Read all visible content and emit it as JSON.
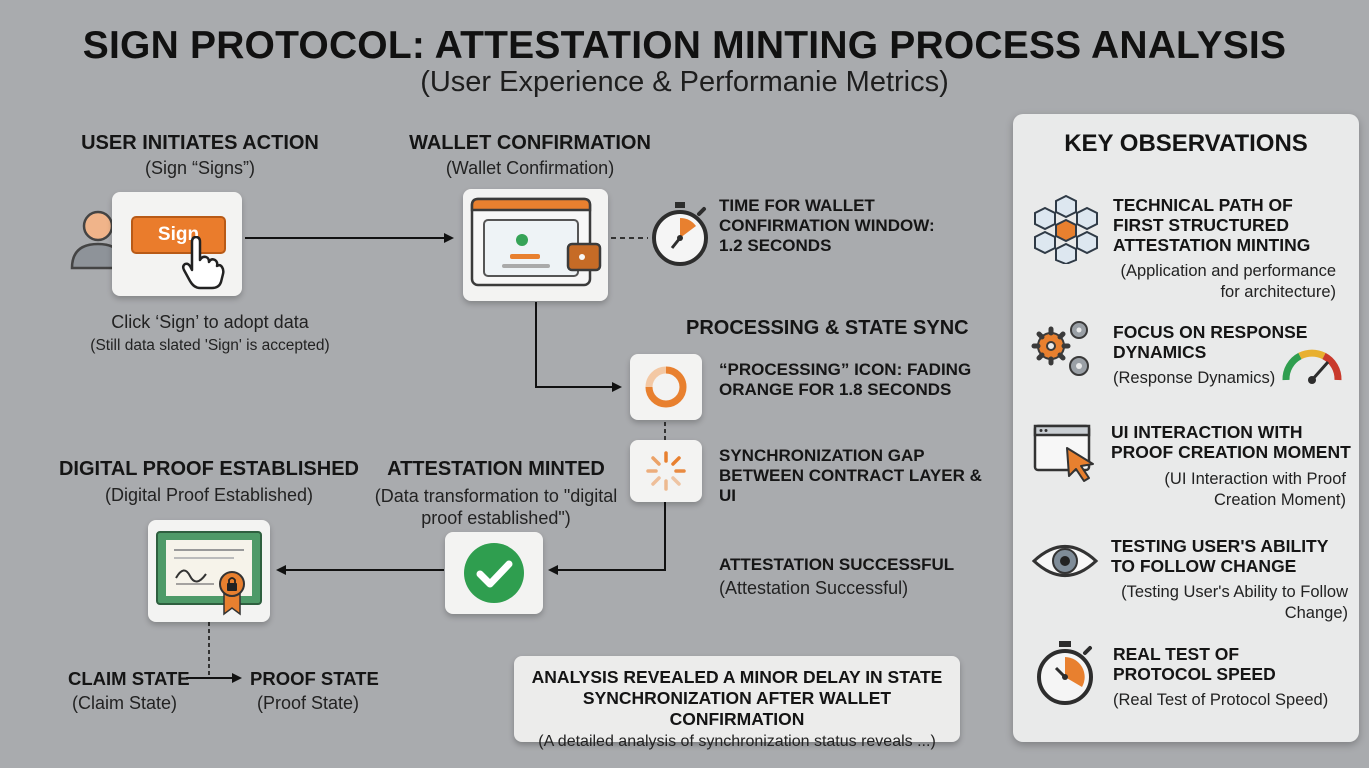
{
  "title": "SIGN PROTOCOL: ATTESTATION MINTING PROCESS ANALYSIS",
  "subtitle": "(User Experience & Performanie Metrics)",
  "steps": {
    "user_initiates": {
      "heading": "USER INITIATES ACTION",
      "sub": "(Sign “Signs”)",
      "button_label": "Sign",
      "caption1": "Click ‘Sign’ to adopt data",
      "caption2": "(Still data slated 'Sign' is accepted)"
    },
    "wallet_confirmation": {
      "heading": "WALLET CONFIRMATION",
      "sub": "(Wallet Confirmation)",
      "timing_line1": "TIME FOR WALLET",
      "timing_line2": "CONFIRMATION WINDOW:",
      "timing_line3": "1.2 SECONDS"
    },
    "processing": {
      "heading": "PROCESSING & STATE SYNC",
      "icon_line1": "“PROCESSING” ICON: FADING",
      "icon_line2": "ORANGE FOR 1.8 SECONDS",
      "gap_line1": "SYNCHRONIZATION GAP",
      "gap_line2": "BETWEEN CONTRACT LAYER & UI"
    },
    "attestation_minted": {
      "heading": "ATTESTATION MINTED",
      "sub1": "(Data transformation to \"digital",
      "sub2": "proof established\")",
      "success_heading": "ATTESTATION SUCCESSFUL",
      "success_sub": "(Attestation Successful)"
    },
    "digital_proof": {
      "heading": "DIGITAL PROOF ESTABLISHED",
      "sub": "(Digital Proof Established)"
    },
    "claim_state": {
      "heading": "CLAIM STATE",
      "sub": "(Claim State)"
    },
    "proof_state": {
      "heading": "PROOF STATE",
      "sub": "(Proof State)"
    }
  },
  "analysis_note": {
    "line1": "ANALYSIS REVEALED A MINOR DELAY IN STATE",
    "line2": "SYNCHRONIZATION AFTER WALLET CONFIRMATION",
    "line3": "(A detailed analysis of synchronization status reveals ...)"
  },
  "key_observations": {
    "title": "KEY OBSERVATIONS",
    "items": [
      {
        "icon": "blockchain-cubes-icon",
        "heading_lines": [
          "TECHNICAL PATH OF",
          "FIRST STRUCTURED",
          "ATTESTATION MINTING"
        ],
        "desc_lines": [
          "(Application and performance",
          "for architecture)"
        ]
      },
      {
        "icon": "gears-gauge-icon",
        "heading_lines": [
          "FOCUS ON RESPONSE",
          "DYNAMICS"
        ],
        "desc_lines": [
          "(Response Dynamics)"
        ]
      },
      {
        "icon": "browser-cursor-icon",
        "heading_lines": [
          "UI INTERACTION WITH",
          "PROOF CREATION MOMENT"
        ],
        "desc_lines": [
          "(UI Interaction with Proof",
          "Creation Moment)"
        ]
      },
      {
        "icon": "eye-icon",
        "heading_lines": [
          "TESTING USER'S ABILITY",
          "TO FOLLOW CHANGE"
        ],
        "desc_lines": [
          "(Testing User's Ability to Follow",
          "Change)"
        ]
      },
      {
        "icon": "stopwatch-icon",
        "heading_lines": [
          "REAL TEST OF",
          "PROTOCOL SPEED"
        ],
        "desc_lines": [
          "(Real Test of Protocol Speed)"
        ]
      }
    ]
  },
  "colors": {
    "background": "#a9abae",
    "accent_orange": "#e8802f",
    "success_green": "#2f9e4f",
    "certificate_green": "#4e9a68",
    "text_dark": "#141414"
  }
}
